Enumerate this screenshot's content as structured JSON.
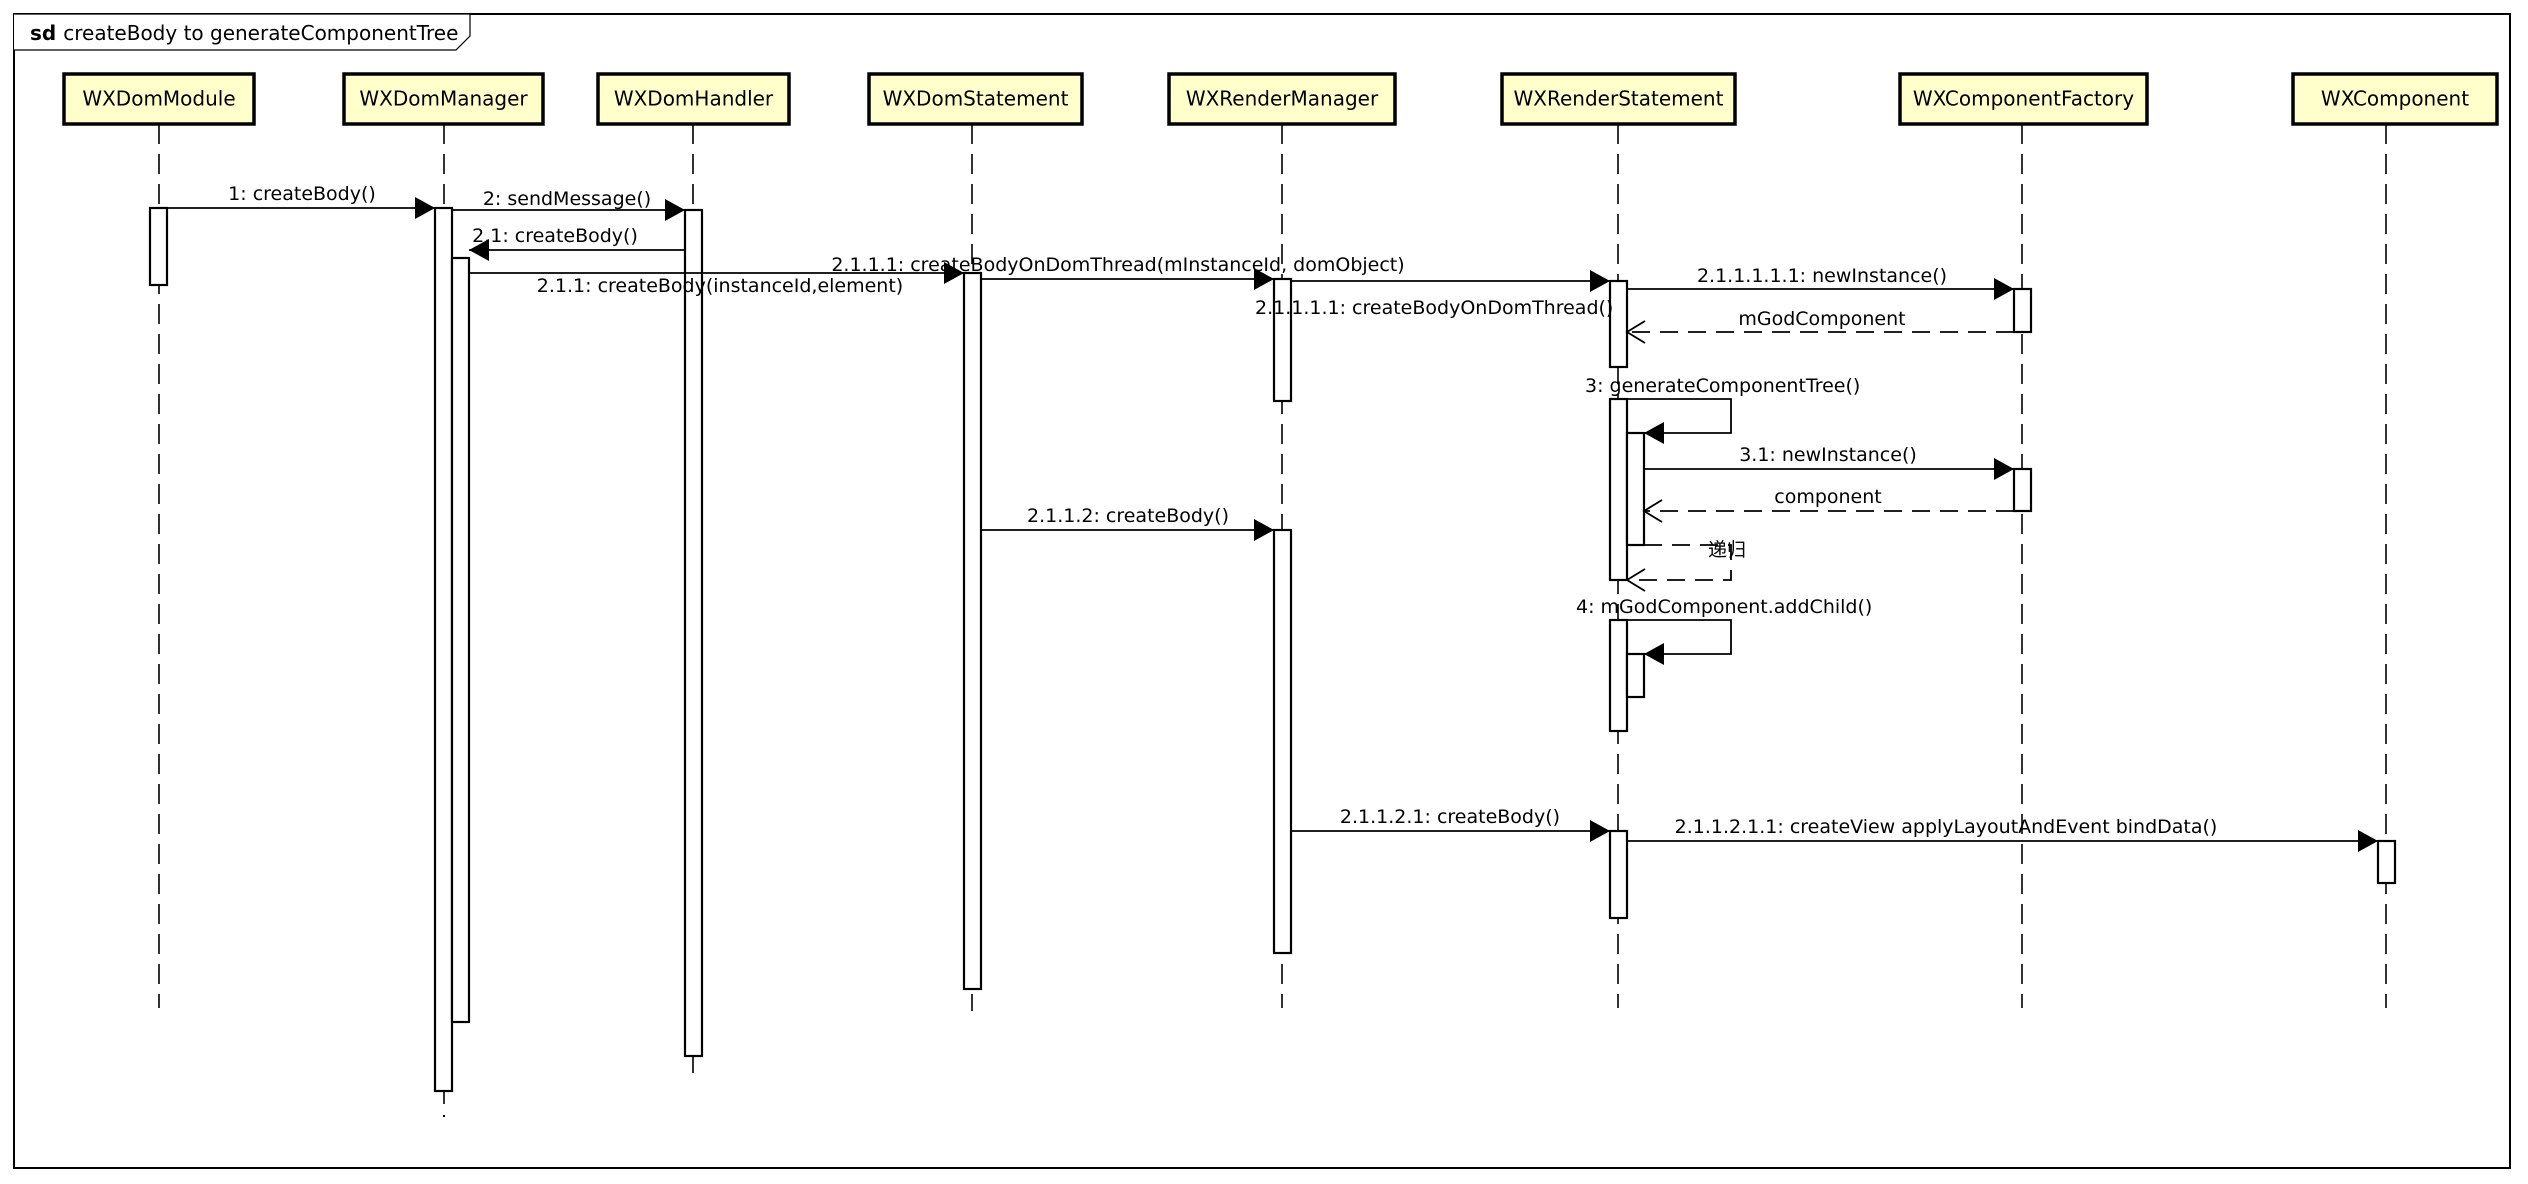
{
  "diagram": {
    "type": "sequence",
    "frame_keyword": "sd",
    "frame_title": "createBody to generateComponentTree",
    "colors": {
      "lifeline_fill": "#FFFFCC",
      "stroke": "#000000",
      "background": "#FFFFFF"
    },
    "lifelines": [
      {
        "id": "domModule",
        "name": "WXDomModule"
      },
      {
        "id": "domManager",
        "name": "WXDomManager"
      },
      {
        "id": "domHandler",
        "name": "WXDomHandler"
      },
      {
        "id": "domStatement",
        "name": "WXDomStatement"
      },
      {
        "id": "renderManager",
        "name": "WXRenderManager"
      },
      {
        "id": "renderStatement",
        "name": "WXRenderStatement"
      },
      {
        "id": "componentFactory",
        "name": "WXComponentFactory"
      },
      {
        "id": "component",
        "name": "WXComponent"
      }
    ],
    "messages": [
      {
        "id": "m1",
        "label": "1: createBody()",
        "from": "domModule",
        "to": "domManager",
        "kind": "sync"
      },
      {
        "id": "m2",
        "label": "2: sendMessage()",
        "from": "domManager",
        "to": "domHandler",
        "kind": "sync"
      },
      {
        "id": "m2_1",
        "label": "2.1: createBody()",
        "from": "domHandler",
        "to": "domManager",
        "kind": "sync"
      },
      {
        "id": "m2_1_1",
        "label": "2.1.1: createBody(instanceId,element)",
        "from": "domManager",
        "to": "domStatement",
        "kind": "sync"
      },
      {
        "id": "m2_1_1_1",
        "label": "2.1.1.1: createBodyOnDomThread(mInstanceId, domObject)",
        "from": "domStatement",
        "to": "renderManager",
        "kind": "sync"
      },
      {
        "id": "m2_1_1_1_1",
        "label": "2.1.1.1.1: createBodyOnDomThread()",
        "from": "renderManager",
        "to": "renderStatement",
        "kind": "sync"
      },
      {
        "id": "m2_1_1_1_1_1",
        "label": "2.1.1.1.1.1: newInstance()",
        "from": "renderStatement",
        "to": "componentFactory",
        "kind": "sync"
      },
      {
        "id": "r_mGod",
        "label": "mGodComponent",
        "from": "componentFactory",
        "to": "renderStatement",
        "kind": "return"
      },
      {
        "id": "m3",
        "label": "3: generateComponentTree()",
        "from": "renderStatement",
        "to": "renderStatement",
        "kind": "self"
      },
      {
        "id": "m3_1",
        "label": "3.1: newInstance()",
        "from": "renderStatement",
        "to": "componentFactory",
        "kind": "sync"
      },
      {
        "id": "r_component",
        "label": "component",
        "from": "componentFactory",
        "to": "renderStatement",
        "kind": "return"
      },
      {
        "id": "r_recursion",
        "label": "递归",
        "from": "renderStatement",
        "to": "renderStatement",
        "kind": "self-return"
      },
      {
        "id": "m2_1_1_2",
        "label": "2.1.1.2: createBody()",
        "from": "domStatement",
        "to": "renderManager",
        "kind": "sync"
      },
      {
        "id": "m4",
        "label": "4: mGodComponent.addChild()",
        "from": "renderStatement",
        "to": "renderStatement",
        "kind": "self"
      },
      {
        "id": "m2_1_1_2_1",
        "label": "2.1.1.2.1: createBody()",
        "from": "renderManager",
        "to": "renderStatement",
        "kind": "sync"
      },
      {
        "id": "m2_1_1_2_1_1",
        "label": "2.1.1.2.1.1: createView applyLayoutAndEvent bindData()",
        "from": "renderStatement",
        "to": "component",
        "kind": "sync"
      }
    ]
  }
}
